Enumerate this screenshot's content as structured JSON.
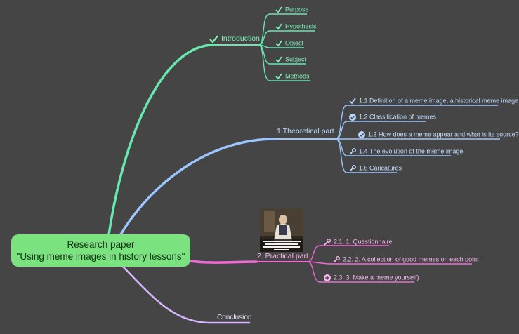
{
  "root": {
    "line1": "Research paper",
    "line2": "\"Using meme images in history lessons\""
  },
  "introduction": {
    "label": "Introduction",
    "icon": "check-icon",
    "items": [
      {
        "label": "Purpose",
        "icon": "check-icon"
      },
      {
        "label": "Hypothesis",
        "icon": "check-icon"
      },
      {
        "label": "Object",
        "icon": "check-icon"
      },
      {
        "label": "Subject",
        "icon": "check-icon"
      },
      {
        "label": "Methods",
        "icon": "check-icon"
      }
    ]
  },
  "theoretical": {
    "label": "1.Theoretical part",
    "items": [
      {
        "label": "1.1 Definition of a meme image, a historical meme image",
        "icon": "check-icon"
      },
      {
        "label": "1.2 Classification of memes",
        "icon": "check-circle-icon"
      },
      {
        "label": "1.3 How does a meme appear and what is its source?",
        "icon": "check-circle-icon"
      },
      {
        "label": "1.4 The evolution of the meme image",
        "icon": "wrench-icon"
      },
      {
        "label": "1.6 Caricatures",
        "icon": "wrench-icon"
      }
    ]
  },
  "practical": {
    "label": "2. Practical part",
    "image_caption": "WHEN FINALLY REALIZED THAT THE CAPITAL WAS MOVED TO ANOTHER PLACE A CENTURY AGO",
    "items": [
      {
        "label": "2.1. 1. Questionnaire",
        "icon": "wrench-icon"
      },
      {
        "label": "2.2. 2. A collection of good memes on each point",
        "icon": "wrench-icon"
      },
      {
        "label": "2.3. 3. Make a meme yourself)",
        "icon": "plus-circle-icon"
      }
    ]
  },
  "conclusion": {
    "label": "Conclusion"
  },
  "colors": {
    "background": "#454545",
    "root": "#7ae27e",
    "green_branch": "#67e8b0",
    "blue_branch": "#9cc6ff",
    "pink_branch": "#f06ad8",
    "lavender_branch": "#d8b6ff"
  }
}
